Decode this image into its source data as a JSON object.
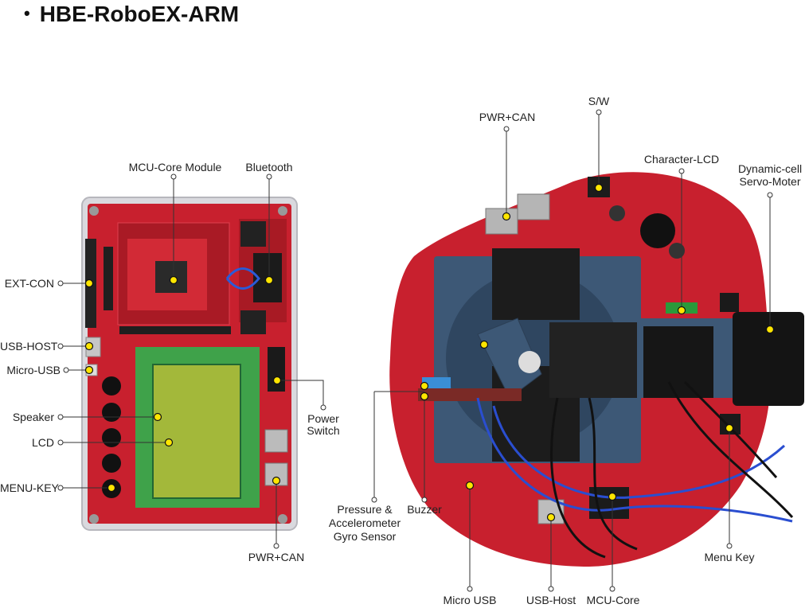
{
  "title": "HBE-RoboEX-ARM",
  "left_board": {
    "labels": {
      "mcu_core_module": "MCU-Core Module",
      "bluetooth": "Bluetooth",
      "ext_con": "EXT-CON",
      "usb_host": "USB-HOST",
      "micro_usb": "Micro-USB",
      "speaker": "Speaker",
      "lcd": "LCD",
      "menu_key": "MENU-KEY",
      "power_switch_1": "Power",
      "power_switch_2": "Switch",
      "pwr_can": "PWR+CAN"
    }
  },
  "right_robot": {
    "labels": {
      "pwr_can": "PWR+CAN",
      "sw": "S/W",
      "character_lcd": "Character-LCD",
      "dynamic_cell_1": "Dynamic-cell",
      "dynamic_cell_2": "Servo-Moter",
      "pressure_1": "Pressure &",
      "pressure_2": "Accelerometer",
      "pressure_3": "Gyro Sensor",
      "buzzer": "Buzzer",
      "menu_key": "Menu Key",
      "micro_usb": "Micro USB",
      "usb_host": "USB-Host",
      "mcu_core": "MCU-Core"
    }
  },
  "colors": {
    "board_red": "#c8202e",
    "marker": "#ffe600",
    "lcd_green": "#a3b83a",
    "steel_blue": "#3d5876"
  }
}
